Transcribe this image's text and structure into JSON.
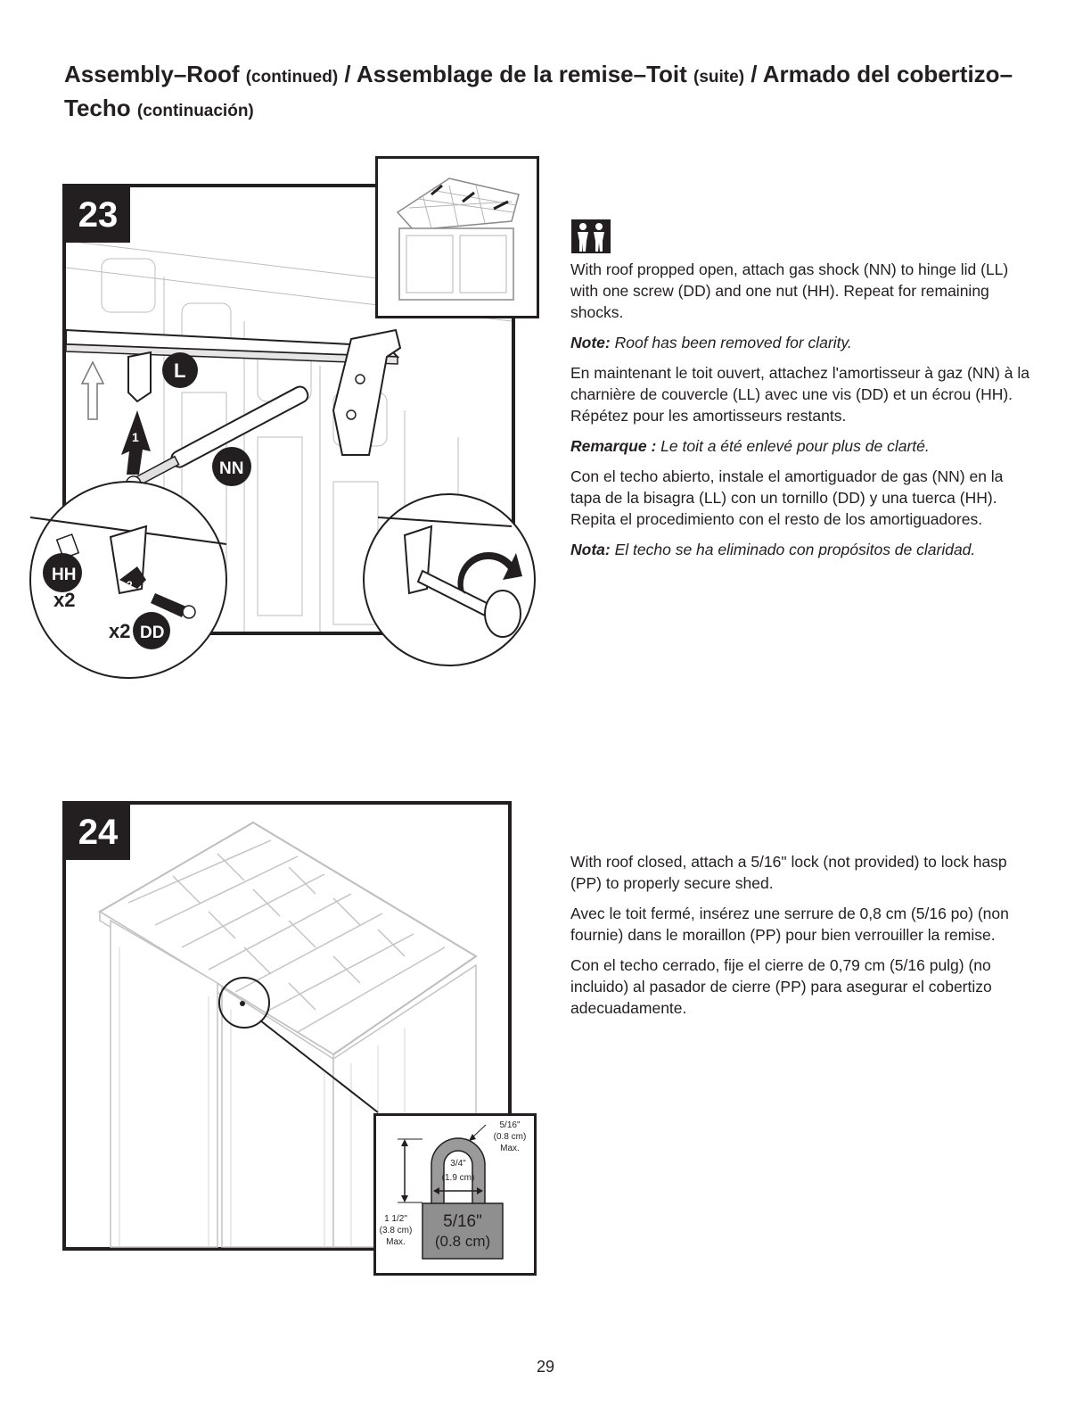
{
  "title": {
    "part1": "Assembly–Roof",
    "part1_sub": "(continued)",
    "sep1": " / ",
    "part2": "Assemblage de la remise–Toit",
    "part2_sub": "(suite)",
    "sep2": " / ",
    "part3": "Armado del cobertizo–Techo",
    "part3_sub": "(continuación)"
  },
  "step23": {
    "number": "23",
    "labels": {
      "L": "L",
      "NN": "NN",
      "HH": "HH",
      "DD": "DD",
      "hh_count": "x2",
      "dd_count": "x2",
      "arrow_1": "1",
      "arrow_2": "2"
    },
    "icon": "two-person-icon",
    "en": "With roof propped open, attach gas shock (NN) to hinge lid (LL) with one screw (DD) and one nut (HH). Repeat for remaining shocks.",
    "en_note_label": "Note:",
    "en_note": "Roof has been removed for clarity.",
    "fr": "En maintenant le toit ouvert, attachez l'amortisseur à gaz (NN) à la charnière de couvercle (LL) avec une vis (DD) et un écrou (HH). Répétez pour les amortisseurs restants.",
    "fr_note_label": "Remarque :",
    "fr_note": "Le toit a été enlevé pour plus de clarté.",
    "es": "Con el techo abierto, instale el amortiguador de gas (NN) en la tapa de la bisagra (LL) con un tornillo (DD) y una tuerca (HH). Repita el procedimiento con el resto de los amortiguadores.",
    "es_note_label": "Nota:",
    "es_note": "El techo se ha eliminado con propósitos de claridad."
  },
  "step24": {
    "number": "24",
    "en": "With roof closed, attach a 5/16\" lock (not provided) to lock hasp (PP) to properly secure shed.",
    "fr": "Avec le toit fermé, insérez une serrure de 0,8 cm (5/16 po) (non fournie) dans le moraillon (PP) pour bien verrouiller la remise.",
    "es": "Con el techo cerrado, fije el cierre de 0,79 cm (5/16 pulg) (no incluido) al pasador de cierre (PP) para asegurar el cobertizo adecuadamente.",
    "lock": {
      "shackle_dia": "5/16\"",
      "shackle_dia_cm": "(0.8 cm)",
      "shackle_max": "Max.",
      "width": "3/4\"",
      "width_cm": "(1.9 cm)",
      "height": "1 1/2\"",
      "height_cm": "(3.8 cm)",
      "height_max": "Max.",
      "body_label": "5/16\"",
      "body_label_cm": "(0.8 cm)"
    }
  },
  "page_number": "29"
}
